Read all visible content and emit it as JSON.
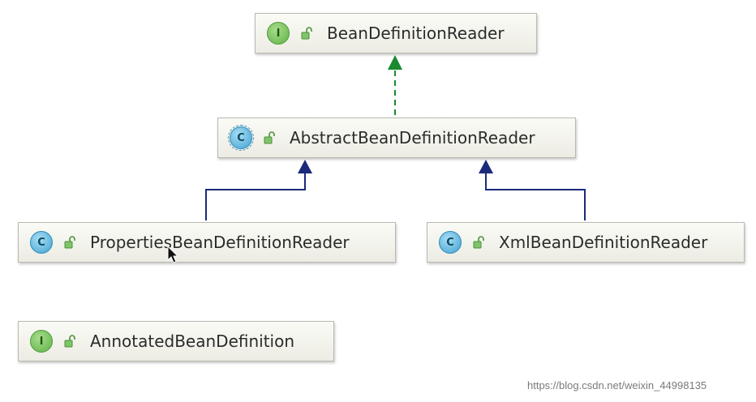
{
  "nodes": {
    "bean_definition_reader": {
      "kind": "I",
      "label": "BeanDefinitionReader"
    },
    "abstract_bean_definition_reader": {
      "kind": "C",
      "label": "AbstractBeanDefinitionReader"
    },
    "properties_bean_definition_reader": {
      "kind": "C",
      "label": "PropertiesBeanDefinitionReader"
    },
    "xml_bean_definition_reader": {
      "kind": "C",
      "label": "XmlBeanDefinitionReader"
    },
    "annotated_bean_definition": {
      "kind": "I",
      "label": "AnnotatedBeanDefinition"
    }
  },
  "colors": {
    "implements_edge": "#1a8a2e",
    "extends_edge": "#1c2a7a"
  },
  "watermark": "https://blog.csdn.net/weixin_44998135"
}
